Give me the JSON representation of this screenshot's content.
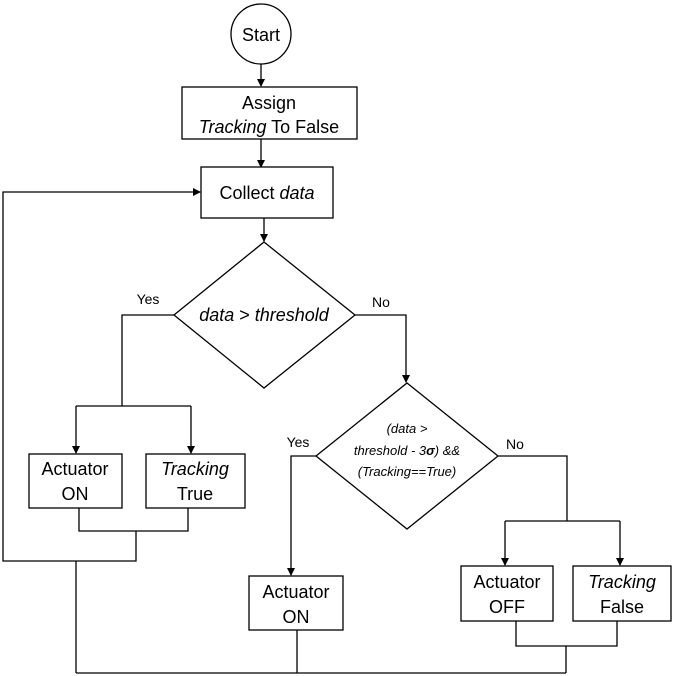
{
  "nodes": {
    "start": {
      "label": "Start"
    },
    "assign": {
      "line1": "Assign",
      "line2_italic": "Tracking",
      "line2_rest": " To False"
    },
    "collect": {
      "prefix": "Collect ",
      "italic": "data"
    },
    "decision1": {
      "part1_italic": "data",
      "part2": " > ",
      "part3_italic": "threshold"
    },
    "decision2": {
      "line1": "(data >",
      "line2_a": "threshold - 3",
      "line2_sigma": "σ",
      "line2_b": ") &&",
      "line3": "(Tracking==True)"
    },
    "actuator_on_left": {
      "line1": "Actuator",
      "line2": "ON"
    },
    "tracking_true": {
      "line1_italic": "Tracking",
      "line2": "True"
    },
    "actuator_on_mid": {
      "line1": "Actuator",
      "line2": "ON"
    },
    "actuator_off": {
      "line1": "Actuator",
      "line2": "OFF"
    },
    "tracking_false": {
      "line1_italic": "Tracking",
      "line2": "False"
    }
  },
  "edge_labels": {
    "d1_yes": "Yes",
    "d1_no": "No",
    "d2_yes": "Yes",
    "d2_no": "No"
  }
}
